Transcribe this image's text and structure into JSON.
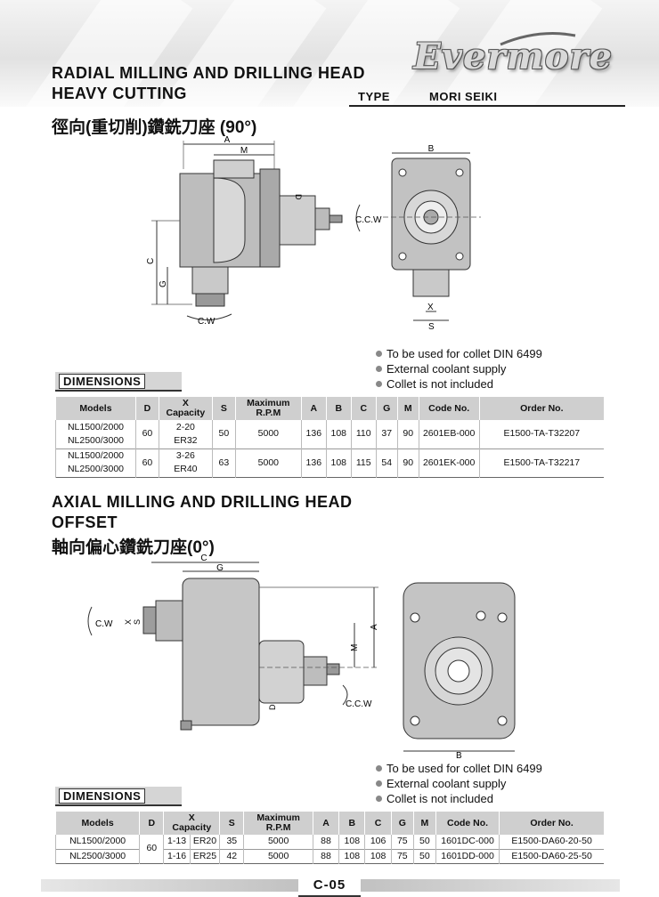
{
  "brand": "Evermore",
  "type_label": "TYPE",
  "machine": "MORI SEIKI",
  "section1": {
    "title_line1": "RADIAL MILLING AND DRILLING HEAD",
    "title_line2": "HEAVY CUTTING",
    "title_cn": "徑向(重切削)鑽銑刀座 (90°)",
    "dims_label": "DIMENSIONS",
    "notes": [
      "To be used for collet DIN 6499",
      "External coolant supply",
      "Collet is not included"
    ],
    "labels": {
      "A": "A",
      "M": "M",
      "D": "D",
      "C": "C",
      "G": "G",
      "B": "B",
      "X": "X",
      "S": "S",
      "ccw": "C.C.W",
      "cw": "C.W"
    }
  },
  "section2": {
    "title_line1": "AXIAL MILLING AND DRILLING HEAD",
    "title_line2": "OFFSET",
    "title_cn": "軸向偏心鑽銑刀座(0°)",
    "dims_label": "DIMENSIONS",
    "notes": [
      "To be used for collet DIN 6499",
      "External coolant supply",
      "Collet is not included"
    ],
    "labels": {
      "C": "C",
      "G": "G",
      "S": "S",
      "X": "X",
      "M": "M",
      "A": "A",
      "D": "D",
      "B": "B",
      "ccw": "C.C.W",
      "cw": "C.W"
    }
  },
  "table_headers": {
    "models": "Models",
    "d": "D",
    "x1": "X",
    "x2": "Capacity",
    "s": "S",
    "rpm1": "Maximum",
    "rpm2": "R.P.M",
    "a": "A",
    "b": "B",
    "c": "C",
    "g": "G",
    "m": "M",
    "code": "Code No.",
    "order": "Order No."
  },
  "table1": [
    {
      "model1": "NL1500/2000",
      "model2": "NL2500/3000",
      "d": "60",
      "cap1": "2-20",
      "cap2": "ER32",
      "s": "50",
      "rpm": "5000",
      "a": "136",
      "b": "108",
      "c": "110",
      "g": "37",
      "m": "90",
      "code": "2601EB-000",
      "order": "E1500-TA-T32207"
    },
    {
      "model1": "NL1500/2000",
      "model2": "NL2500/3000",
      "d": "60",
      "cap1": "3-26",
      "cap2": "ER40",
      "s": "63",
      "rpm": "5000",
      "a": "136",
      "b": "108",
      "c": "115",
      "g": "54",
      "m": "90",
      "code": "2601EK-000",
      "order": "E1500-TA-T32217"
    }
  ],
  "table2": {
    "d": "60",
    "rows": [
      {
        "model": "NL1500/2000",
        "cap": "1-13",
        "er": "ER20",
        "s": "35",
        "rpm": "5000",
        "a": "88",
        "b": "108",
        "c": "106",
        "g": "75",
        "m": "50",
        "code": "1601DC-000",
        "order": "E1500-DA60-20-50"
      },
      {
        "model": "NL2500/3000",
        "cap": "1-16",
        "er": "ER25",
        "s": "42",
        "rpm": "5000",
        "a": "88",
        "b": "108",
        "c": "108",
        "g": "75",
        "m": "50",
        "code": "1601DD-000",
        "order": "E1500-DA60-25-50"
      }
    ]
  },
  "page_number": "C-05"
}
